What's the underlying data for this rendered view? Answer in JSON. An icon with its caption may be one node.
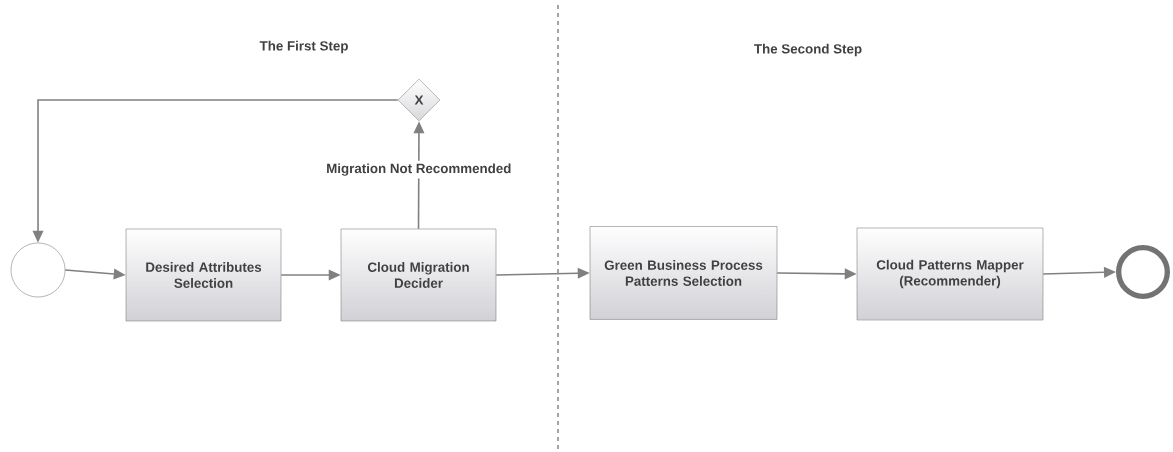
{
  "diagram": {
    "nodes": [
      {
        "text": [],
        "shape": "circle"
      },
      {
        "text": [
          "Desired Attributes Selection"
        ]
      },
      {
        "text": [
          "Cloud Migration Decider"
        ]
      },
      {
        "text": [
          "X"
        ]
      },
      {
        "text": [
          "Green Business Process Patterns Selection"
        ]
      },
      {
        "text": [
          "Cloud Patterns Mapper (Recommender)"
        ]
      },
      {
        "text": [],
        "shape": "circle"
      }
    ],
    "edges": [
      {
        "from": 0,
        "to": 1,
        "arrow": "to"
      },
      {
        "from": 1,
        "to": 2,
        "arrow": "to"
      },
      {
        "from": 2,
        "to": 3,
        "arrow": "to",
        "label": "Migration Not Recommended"
      },
      {
        "from": 3,
        "to": 0,
        "arrow": "to"
      },
      {
        "from": 2,
        "to": 4,
        "arrow": "to"
      },
      {
        "from": 4,
        "to": 5,
        "arrow": "to"
      },
      {
        "from": 5,
        "to": 6,
        "arrow": "to"
      }
    ],
    "labels": [
      "The First Step",
      "The Second Step"
    ]
  }
}
